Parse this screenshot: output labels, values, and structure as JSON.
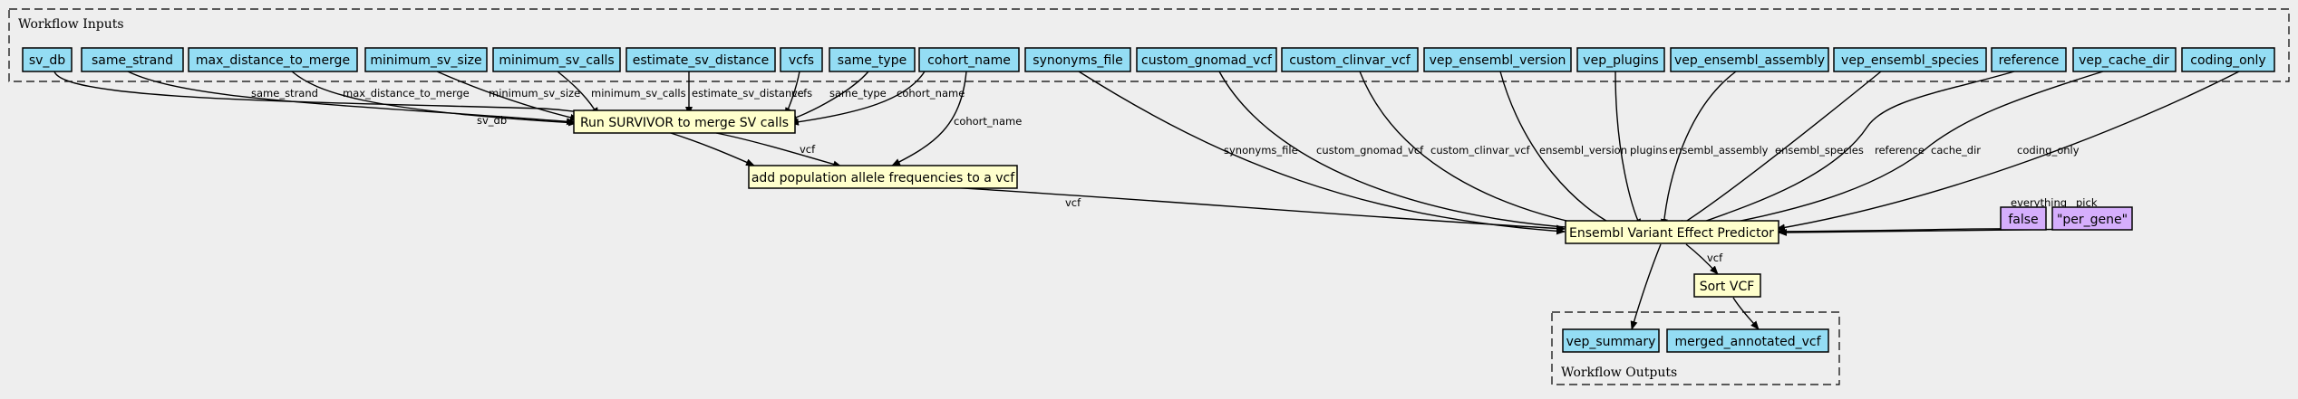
{
  "clusters": {
    "inputs_title": "Workflow Inputs",
    "outputs_title": "Workflow Outputs"
  },
  "colors": {
    "input_fill": "#94ddf4",
    "step_fill": "#ffffcc",
    "const_fill": "#d5aefc",
    "background": "#eeeeee"
  },
  "inputs": {
    "sv_db": "sv_db",
    "same_strand": "same_strand",
    "max_distance_to_merge": "max_distance_to_merge",
    "minimum_sv_size": "minimum_sv_size",
    "minimum_sv_calls": "minimum_sv_calls",
    "estimate_sv_distance": "estimate_sv_distance",
    "vcfs": "vcfs",
    "same_type": "same_type",
    "cohort_name": "cohort_name",
    "synonyms_file": "synonyms_file",
    "custom_gnomad_vcf": "custom_gnomad_vcf",
    "custom_clinvar_vcf": "custom_clinvar_vcf",
    "vep_ensembl_version": "vep_ensembl_version",
    "vep_plugins": "vep_plugins",
    "vep_ensembl_assembly": "vep_ensembl_assembly",
    "vep_ensembl_species": "vep_ensembl_species",
    "reference": "reference",
    "vep_cache_dir": "vep_cache_dir",
    "coding_only": "coding_only"
  },
  "steps": {
    "survivor": "Run SURVIVOR to merge SV calls",
    "af": "add population allele frequencies to a vcf",
    "vep": "Ensembl Variant Effect Predictor",
    "sort": "Sort VCF"
  },
  "constants": {
    "false_value": "false",
    "per_gene": "\"per_gene\""
  },
  "outputs": {
    "vep_summary": "vep_summary",
    "merged_annotated_vcf": "merged_annotated_vcf"
  },
  "edge_labels": {
    "sv_db": "sv_db",
    "same_strand": "same_strand",
    "max_distance_to_merge": "max_distance_to_merge",
    "minimum_sv_size": "minimum_sv_size",
    "minimum_sv_calls": "minimum_sv_calls",
    "estimate_sv_distance": "estimate_sv_distance",
    "vcfs": "vcfs",
    "same_type": "same_type",
    "cohort_name_survivor": "cohort_name",
    "cohort_name_af": "cohort_name",
    "survivor_vcf": "vcf",
    "af_vcf": "vcf",
    "synonyms_file": "synonyms_file",
    "custom_gnomad_vcf": "custom_gnomad_vcf",
    "custom_clinvar_vcf": "custom_clinvar_vcf",
    "ensembl_version": "ensembl_version",
    "plugins": "plugins",
    "ensembl_assembly": "ensembl_assembly",
    "ensembl_species": "ensembl_species",
    "reference": "reference",
    "cache_dir": "cache_dir",
    "coding_only": "coding_only",
    "everything": "everything",
    "pick": "pick",
    "vep_vcf": "vcf"
  }
}
